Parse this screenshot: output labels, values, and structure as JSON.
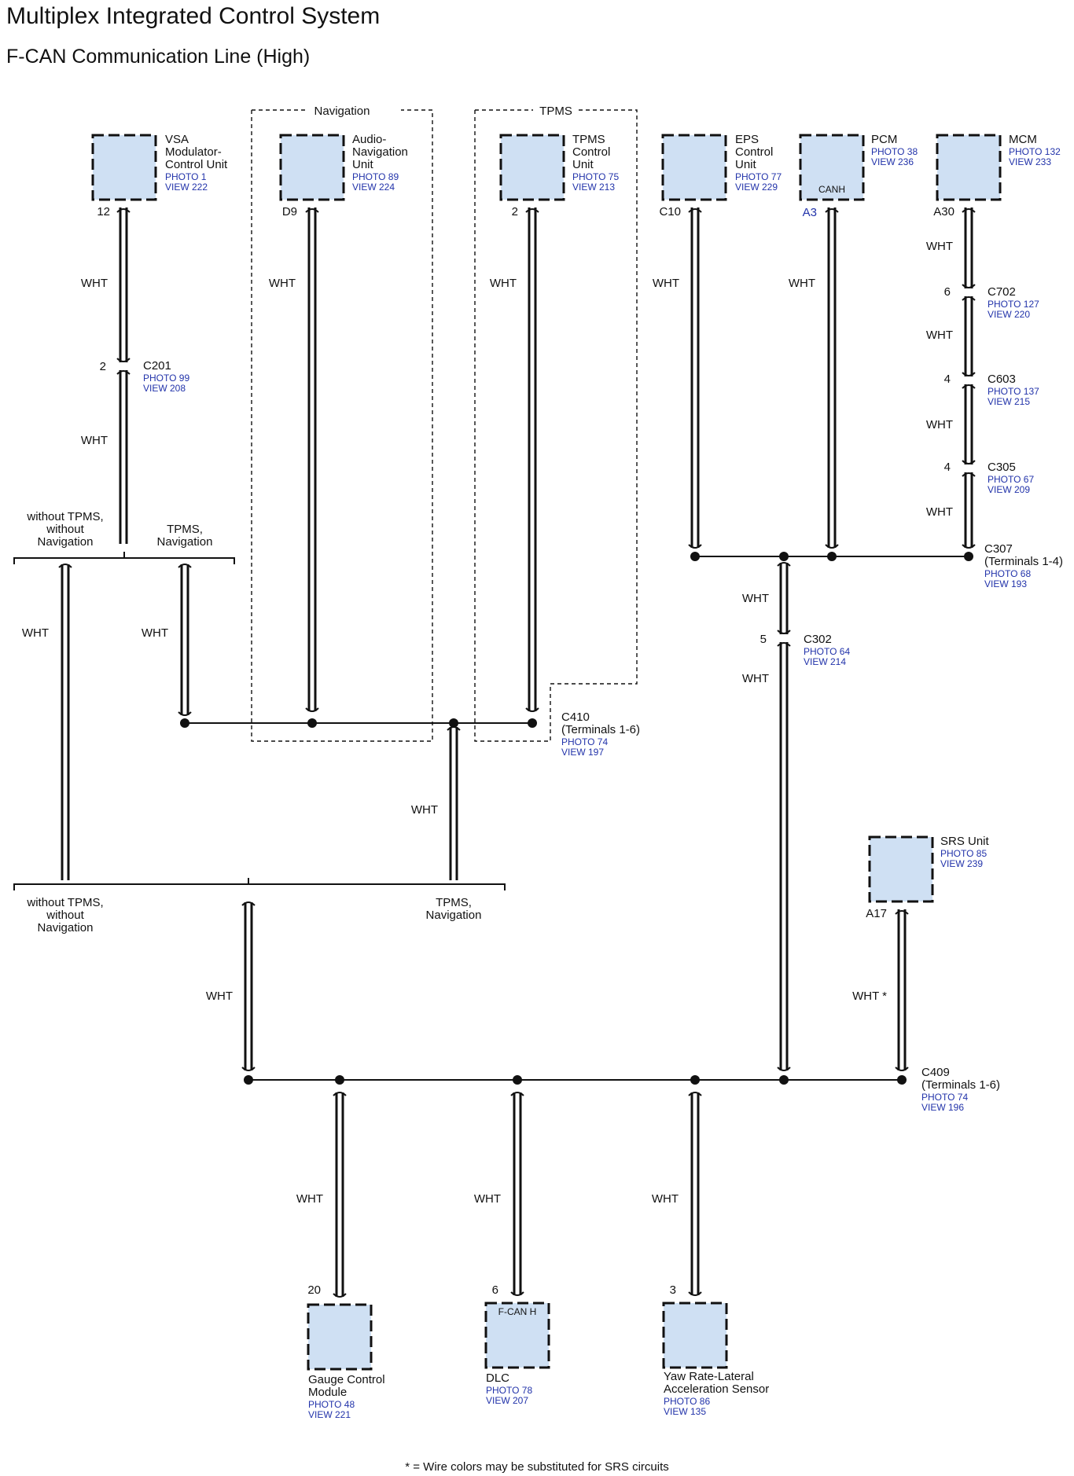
{
  "header": {
    "title": "Multiplex Integrated Control System",
    "subtitle": "F-CAN Communication Line (High)"
  },
  "wire_color": "WHT",
  "wire_color_srs": "WHT *",
  "groups": {
    "navigation": "Navigation",
    "tpms": "TPMS"
  },
  "components": {
    "vsa": {
      "name": [
        "VSA",
        "Modulator-",
        "Control Unit"
      ],
      "photo": "PHOTO 1",
      "view": "VIEW 222",
      "pin": "12"
    },
    "audio_nav": {
      "name": [
        "Audio-",
        "Navigation",
        "Unit"
      ],
      "photo": "PHOTO 89",
      "view": "VIEW 224",
      "pin": "D9"
    },
    "tpms": {
      "name": [
        "TPMS",
        "Control",
        "Unit"
      ],
      "photo": "PHOTO 75",
      "view": "VIEW 213",
      "pin": "2"
    },
    "eps": {
      "name": [
        "EPS",
        "Control",
        "Unit"
      ],
      "photo": "PHOTO 77",
      "view": "VIEW 229",
      "pin": "C10"
    },
    "pcm": {
      "name": [
        "PCM"
      ],
      "photo": "PHOTO 38",
      "view": "VIEW 236",
      "pin": "A3",
      "inner": "CANH"
    },
    "mcm": {
      "name": [
        "MCM"
      ],
      "photo": "PHOTO 132",
      "view": "VIEW 233",
      "pin": "A30"
    },
    "srs": {
      "name": [
        "SRS Unit"
      ],
      "photo": "PHOTO 85",
      "view": "VIEW 239",
      "pin": "A17"
    },
    "gauge": {
      "name": [
        "Gauge Control",
        "Module"
      ],
      "photo": "PHOTO 48",
      "view": "VIEW 221",
      "pin": "20"
    },
    "dlc": {
      "name": [
        "DLC"
      ],
      "photo": "PHOTO 78",
      "view": "VIEW 207",
      "pin": "6",
      "inner": "F-CAN H"
    },
    "yaw": {
      "name": [
        "Yaw Rate-Lateral",
        "Acceleration Sensor"
      ],
      "photo": "PHOTO 86",
      "view": "VIEW 135",
      "pin": "3"
    }
  },
  "connectors": {
    "c201": {
      "id": "C201",
      "pin": "2",
      "photo": "PHOTO 99",
      "view": "VIEW 208"
    },
    "c702": {
      "id": "C702",
      "pin": "6",
      "photo": "PHOTO 127",
      "view": "VIEW 220"
    },
    "c603": {
      "id": "C603",
      "pin": "4",
      "photo": "PHOTO 137",
      "view": "VIEW 215"
    },
    "c305": {
      "id": "C305",
      "pin": "4",
      "photo": "PHOTO 67",
      "view": "VIEW 209"
    },
    "c307": {
      "id": "C307",
      "sub": "(Terminals 1-4)",
      "photo": "PHOTO 68",
      "view": "VIEW 193"
    },
    "c302": {
      "id": "C302",
      "pin": "5",
      "photo": "PHOTO 64",
      "view": "VIEW 214"
    },
    "c410": {
      "id": "C410",
      "sub": "(Terminals 1-6)",
      "photo": "PHOTO 74",
      "view": "VIEW 197"
    },
    "c409": {
      "id": "C409",
      "sub": "(Terminals 1-6)",
      "photo": "PHOTO 74",
      "view": "VIEW 196"
    }
  },
  "options": {
    "without_1": [
      "without TPMS,",
      "without",
      "Navigation"
    ],
    "with_1": [
      "TPMS,",
      "Navigation"
    ],
    "without_2": [
      "without TPMS,",
      "without",
      "Navigation"
    ],
    "with_2": [
      "TPMS,",
      "Navigation"
    ]
  },
  "footnote": "* = Wire colors may be substituted for SRS circuits"
}
